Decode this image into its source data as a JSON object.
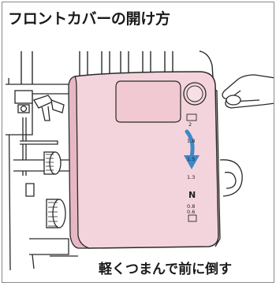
{
  "title": "フロントカバーの開け方",
  "caption": "軽くつまんで前に倒す",
  "illustration": {
    "subject": "serger-front-cover-opening",
    "dial_labels": [
      "2",
      "1.8",
      "1.5",
      "1.3",
      "0.8",
      "0.6"
    ],
    "dial_letter": "N",
    "colors": {
      "cover": "#f4d4dc",
      "cover_dark": "#e7b8c4",
      "arrow": "#3d88c8",
      "line": "#2a2a2a"
    }
  }
}
